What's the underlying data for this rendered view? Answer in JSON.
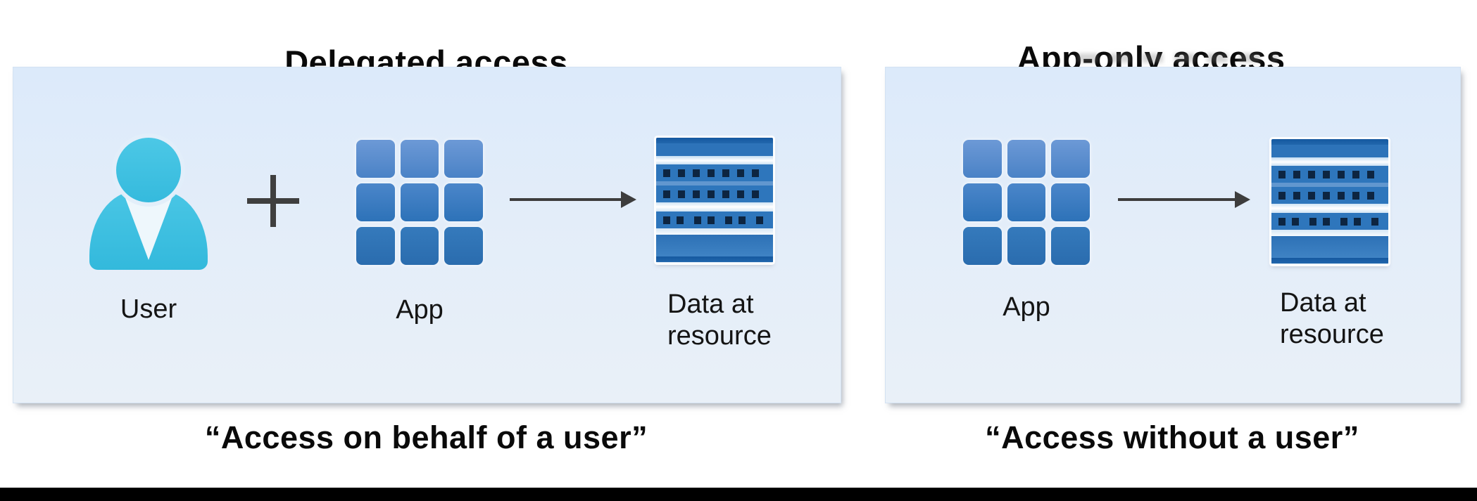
{
  "diagram": {
    "left": {
      "title": "Delegated access",
      "caption": "“Access on behalf of a user”",
      "user_label": "User",
      "app_label": "App",
      "data_label": "Data at resource"
    },
    "right": {
      "title": "App-only access",
      "caption": "“Access without a user”",
      "app_label": "App",
      "data_label": "Data at resource"
    },
    "icons": {
      "user": "user-person-icon",
      "app": "app-grid-icon",
      "data": "data-at-resource-icon",
      "plus": "plus-icon",
      "arrow": "right-arrow-icon"
    },
    "colors": {
      "user_cyan": "#3bbfdf",
      "app_blue": "#2e74ba",
      "app_blue_light": "#6c99d6",
      "data_dark_blue": "#15589f",
      "data_dot_navy": "#0d2541",
      "panel_background": "#e2edf9",
      "title_text": "#0a0a0a",
      "footer_bar": "#000000"
    }
  }
}
